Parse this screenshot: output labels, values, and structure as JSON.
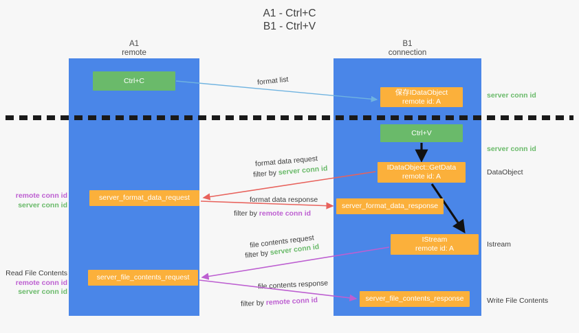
{
  "title": {
    "line1": "A1 - Ctrl+C",
    "line2": "B1 - Ctrl+V"
  },
  "columns": {
    "a": {
      "name": "A1",
      "role": "remote"
    },
    "b": {
      "name": "B1",
      "role": "connection"
    }
  },
  "boxes": {
    "ctrl_c": {
      "line1": "Ctrl+C",
      "line2": "",
      "color": "#6aba6a"
    },
    "save_ido": {
      "line1": "保存IDataObject",
      "line2": "remote id: A",
      "color": "#fbb03b"
    },
    "ctrl_v": {
      "line1": "Ctrl+V",
      "line2": "",
      "color": "#6aba6a"
    },
    "getdata": {
      "line1": "IDataObject::GetData",
      "line2": "remote id: A",
      "color": "#fbb03b"
    },
    "istream": {
      "line1": "IStream",
      "line2": "remote id: A",
      "color": "#fbb03b"
    },
    "sfd_request": {
      "line1": "server_format_data_request",
      "color": "#fbb03b"
    },
    "sfd_response": {
      "line1": "server_format_data_response",
      "color": "#fbb03b"
    },
    "sfc_request": {
      "line1": "server_file_contents_request",
      "color": "#fbb03b"
    },
    "sfc_response": {
      "line1": "server_file_contents_response",
      "color": "#fbb03b"
    }
  },
  "flow_labels": {
    "format_list": "format list",
    "format_data_request": "format data request",
    "format_data_request_filter_pre": "filter by ",
    "format_data_request_filter_key": "server conn id",
    "format_data_response": "format data response",
    "format_data_response_filter_pre": "filter by ",
    "format_data_response_filter_key": "remote conn id",
    "file_contents_request": "file contents request",
    "file_contents_request_filter_pre": "filter by ",
    "file_contents_request_filter_key": "server conn id",
    "file_contents_response": "file contents response",
    "file_contents_response_filter_pre": "filter by ",
    "file_contents_response_filter_key": "remote conn id"
  },
  "annotations": {
    "right": {
      "server_conn_id_top": "server conn id",
      "server_conn_id_mid": "server conn id",
      "dataobject": "DataObject",
      "istream": "Istream",
      "write_file_contents": "Write File Contents"
    },
    "left": {
      "remote_conn_id_1": "remote conn id",
      "server_conn_id_1": "server conn id",
      "read_file_contents": "Read File Contents",
      "remote_conn_id_2": "remote conn id",
      "server_conn_id_2": "server conn id"
    }
  },
  "colors": {
    "lane": "#4a86e8",
    "green": "#6aba6a",
    "orange": "#fbb03b",
    "purple": "#bd5fd1",
    "red": "#e8625c",
    "lightblue": "#6fb3e0",
    "background": "#f7f7f7",
    "divider": "#1a1a1a",
    "arrow_black": "#111111"
  }
}
